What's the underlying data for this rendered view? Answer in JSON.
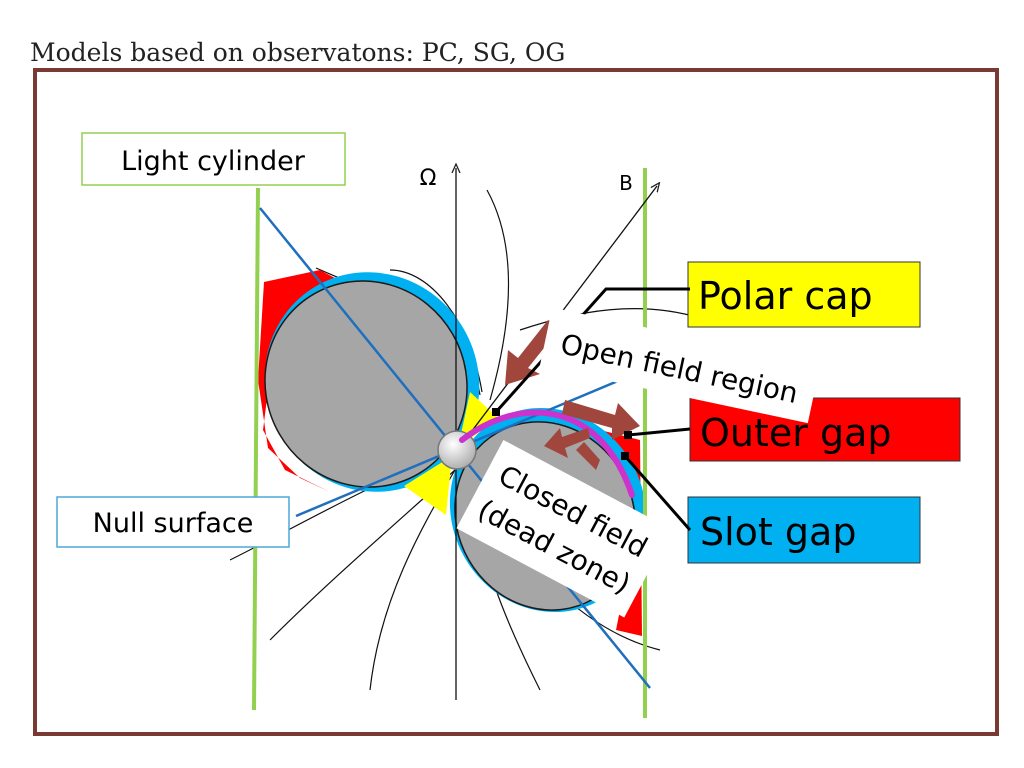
{
  "title": "Models based on observatons: PC, SG, OG",
  "labels": {
    "light_cylinder": "Light cylinder",
    "omega": "Ω",
    "b_field": "B",
    "polar_cap": "Polar cap",
    "open_field_region": "Open field region",
    "outer_gap": "Outer gap",
    "slot_gap": "Slot gap",
    "null_surface": "Null surface",
    "closed_field_line1": "Closed field",
    "closed_field_line2": "(dead zone)"
  },
  "colors": {
    "frame": "#7a3a33",
    "light_cylinder_line": "#92d050",
    "polar_cap_box": "#ffff00",
    "outer_gap_box": "#ff0000",
    "slot_gap_box": "#00b0f0",
    "dead_zone_fill": "#a6a6a6",
    "slot_gap_layer": "#00b0f0",
    "outer_gap_region": "#ff0000",
    "polar_region": "#ffff00",
    "null_surface_line": "#1f6fbf",
    "current_arc": "#cc33cc",
    "arrows": "#a0463c"
  }
}
